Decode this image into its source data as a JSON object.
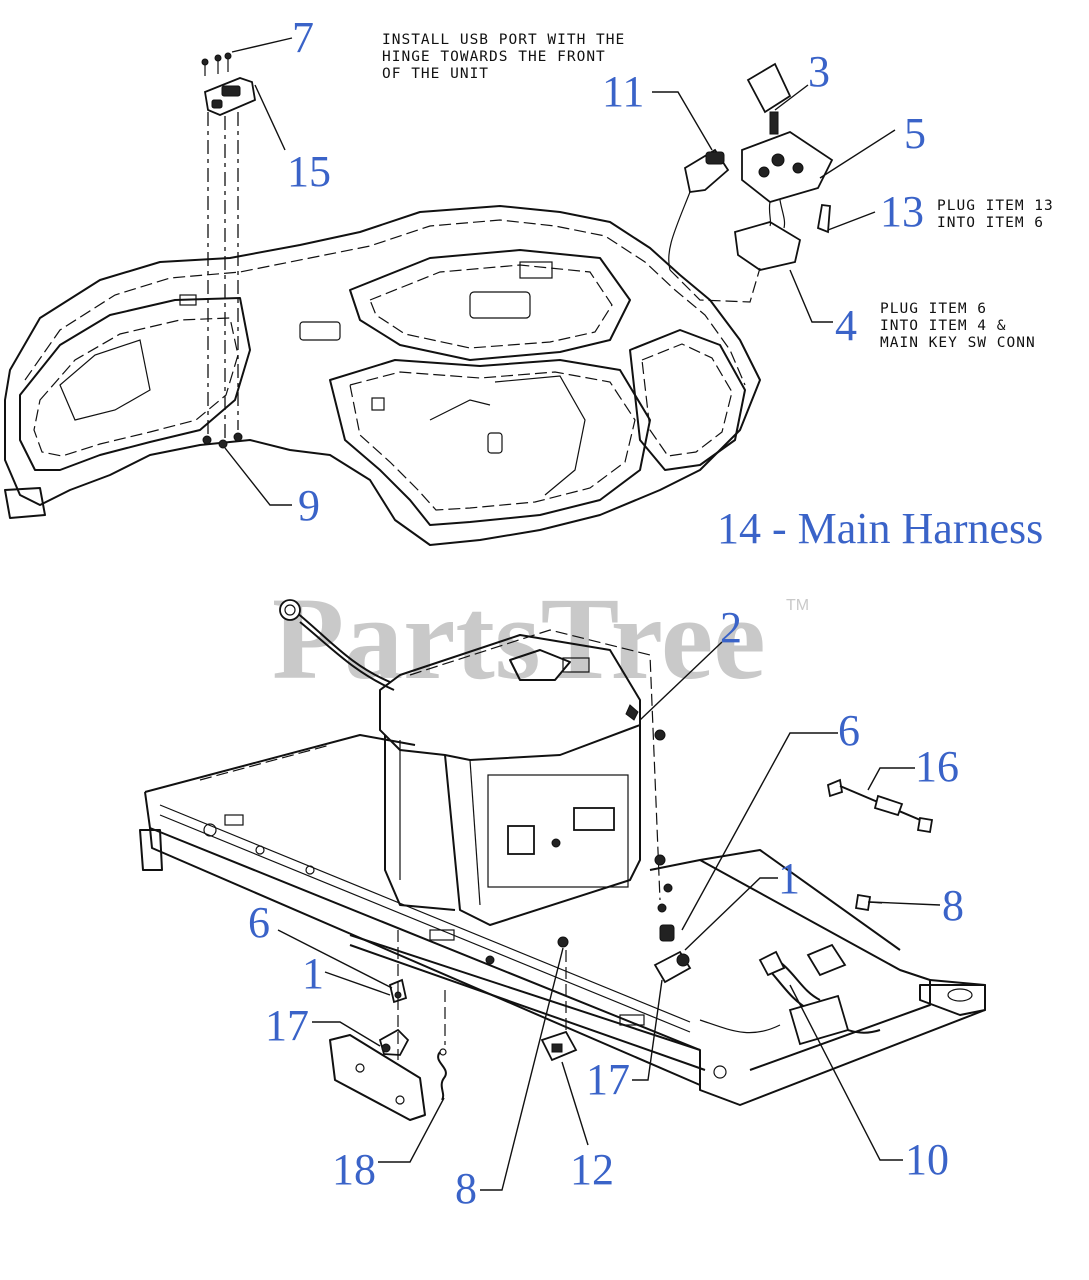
{
  "title": "14 - Main Harness",
  "watermark": "PartsTree",
  "watermark_tm": "TM",
  "notes": {
    "usb": [
      "INSTALL USB PORT WITH THE",
      "HINGE TOWARDS THE FRONT",
      "OF THE UNIT"
    ],
    "item13": [
      "PLUG ITEM 13",
      "INTO ITEM 6"
    ],
    "item4": [
      "PLUG ITEM 6",
      "INTO ITEM 4 &",
      "MAIN KEY SW CONN"
    ]
  },
  "callouts": {
    "c7": "7",
    "c15": "15",
    "c11": "11",
    "c3": "3",
    "c5": "5",
    "c13": "13",
    "c4": "4",
    "c9": "9",
    "c2": "2",
    "c6a": "6",
    "c16": "16",
    "c1a": "1",
    "c8a": "8",
    "c6b": "6",
    "c1b": "1",
    "c17a": "17",
    "c17b": "17",
    "c18": "18",
    "c8b": "8",
    "c12": "12",
    "c10": "10"
  }
}
